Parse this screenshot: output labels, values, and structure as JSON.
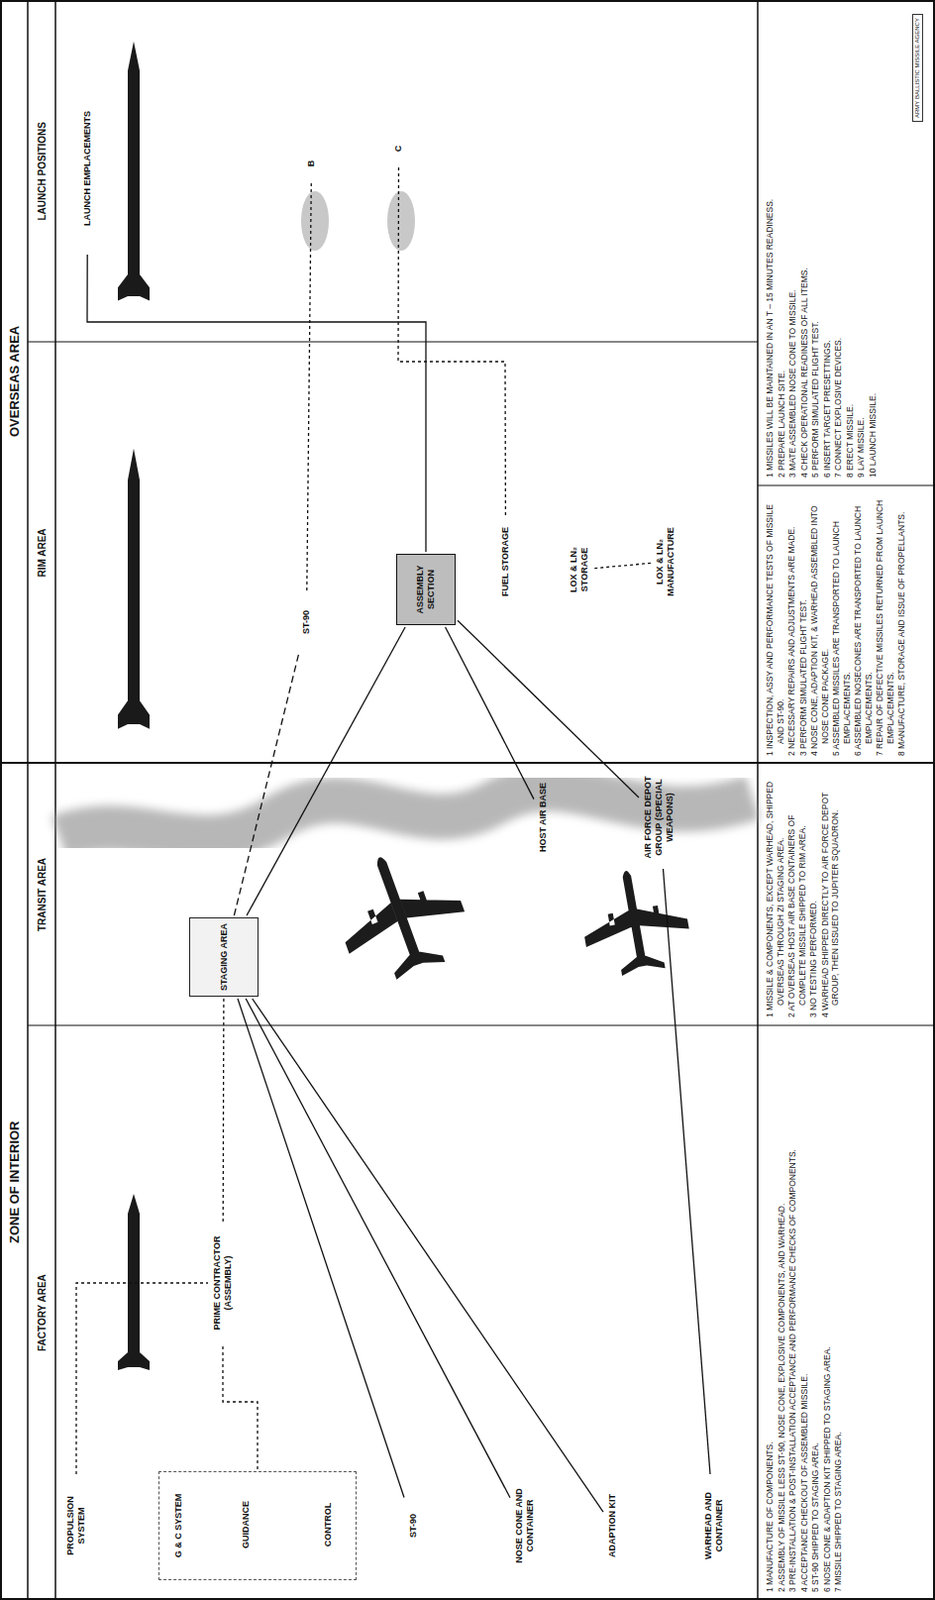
{
  "diagram": {
    "nodes": [
      {
        "text": [
          "PROPULSION SYSTEM"
        ]
      },
      {
        "text": [
          "G & C SYSTEM"
        ]
      },
      {
        "text": [
          "GUIDANCE"
        ],
        "in": 1
      },
      {
        "text": [
          "CONTROL"
        ],
        "in": 1
      },
      {
        "text": [
          "ST-90"
        ]
      },
      {
        "text": [
          "NOSE CONE AND CONTAINER"
        ]
      },
      {
        "text": [
          "ADAPTION KIT"
        ]
      },
      {
        "text": [
          "WARHEAD AND CONTAINER"
        ]
      },
      {
        "text": [
          "PRIME CONTRACTOR (ASSEMBLY)"
        ]
      },
      {
        "text": [
          "STAGING AREA"
        ]
      },
      {
        "text": [
          "HOST AIR BASE"
        ]
      },
      {
        "text": [
          "AIR FORCE DEPOT GROUP (SPECIAL WEAPONS)"
        ]
      },
      {
        "text": [
          "ST-90"
        ]
      },
      {
        "text": [
          "ASSEMBLY SECTION"
        ]
      },
      {
        "text": [
          "FUEL STORAGE"
        ]
      },
      {
        "text": [
          "LOX & LN₂ STORAGE"
        ]
      },
      {
        "text": [
          "LOX & LN₂ MANUFACTURE"
        ]
      },
      {
        "text": [
          "LAUNCH EMPLACEMENTS"
        ]
      },
      {
        "text": [
          "B"
        ]
      },
      {
        "text": [
          "C"
        ]
      }
    ],
    "edges": [
      {
        "from": 0,
        "to": 8,
        "arrow": "none"
      },
      {
        "from": 1,
        "to": 8,
        "arrow": "none"
      },
      {
        "from": 4,
        "to": 9,
        "arrow": "none"
      },
      {
        "from": 5,
        "to": 9,
        "arrow": "none"
      },
      {
        "from": 6,
        "to": 9,
        "arrow": "none"
      },
      {
        "from": 7,
        "to": 11,
        "arrow": "none"
      },
      {
        "from": 8,
        "to": 9,
        "arrow": "none"
      },
      {
        "from": 9,
        "to": 12,
        "arrow": "none"
      },
      {
        "from": 9,
        "to": 13,
        "arrow": "none"
      },
      {
        "from": 10,
        "to": 13,
        "arrow": "none"
      },
      {
        "from": 11,
        "to": 13,
        "arrow": "none"
      },
      {
        "from": 13,
        "to": 17,
        "arrow": "none"
      },
      {
        "from": 12,
        "to": 18,
        "arrow": "none"
      },
      {
        "from": 14,
        "to": 19,
        "arrow": "none"
      },
      {
        "from": 16,
        "to": 15,
        "arrow": "none"
      }
    ],
    "labels": [
      "ZONE OF INTERIOR",
      "OVERSEAS AREA",
      "FACTORY AREA",
      "TRANSIT AREA",
      "RIM AREA",
      "LAUNCH POSITIONS",
      "1 MANUFACTURE OF COMPONENTS.",
      "2 ASSEMBLY OF MISSILE LESS ST-90, NOSE CONE, EXPLOSIVE COMPONENTS, AND WARHEAD.",
      "3 PRE-INSTALLATION & POST-INSTALLATION ACCEPTANCE AND PERFORMANCE CHECKS OF COMPONENTS.",
      "4 ACCEPTANCE CHECKOUT OF ASSEMBLED MISSILE.",
      "5 ST-90 SHIPPED TO STAGING AREA.",
      "6 NOSE CONE & ADAPTION KIT SHIPPED TO STAGING AREA.",
      "7 MISSILE SHIPPED TO STAGING AREA.",
      "1 MISSILE & COMPONENTS, EXCEPT WARHEAD, SHIPPED OVERSEAS THROUGH ZI STAGING AREA.",
      "2 AT OVERSEAS HOST AIR BASE CONTAINERS OF COMPLETE MISSILE SHIPPED TO RIM AREA.",
      "3 NO TESTING PERFORMED.",
      "4 WARHEAD SHIPPED DIRECTLY TO AIR FORCE DEPOT GROUP, THEN ISSUED TO JUPITER SQUADRON.",
      "1 INSPECTION, ASSY AND PERFORMANCE TESTS OF MISSILE AND ST-90.",
      "2 NECESSARY REPAIRS AND ADJUSTMENTS ARE MADE.",
      "3 PERFORM SIMULATED FLIGHT TEST.",
      "4 NOSE CONE, ADAPTION KIT, & WARHEAD ASSEMBLED INTO NOSE CONE PACKAGE.",
      "5 ASSEMBLED MISSILES ARE TRANSPORTED TO LAUNCH EMPLACEMENTS.",
      "6 ASSEMBLED NOSECONES ARE TRANSPORTED TO LAUNCH EMPLACEMENTS.",
      "7 REPAIR OF DEFECTIVE MISSILES RETURNED FROM LAUNCH EMPLACEMENTS.",
      "8 MANUFACTURE, STORAGE AND ISSUE OF PROPELLANTS.",
      "1 MISSILES WILL BE MAINTAINED IN AN T – 15 MINUTES READINESS.",
      "2 PREPARE LAUNCH SITE.",
      "3 MATE ASSEMBLED NOSE CONE TO MISSILE.",
      "4 CHECK OPERATIONAL READINESS OF ALL ITEMS.",
      "5 PERFORM SIMULATED FLIGHT TEST.",
      "6 INSERT TARGET PRESETTINGS.",
      "7 CONNECT EXPLOSIVE DEVICES.",
      "8 ERECT MISSILE.",
      "9 LAY MISSILE.",
      "10 LAUNCH MISSILE.",
      "ARMY BALLISTIC MISSILE AGENCY"
    ]
  }
}
